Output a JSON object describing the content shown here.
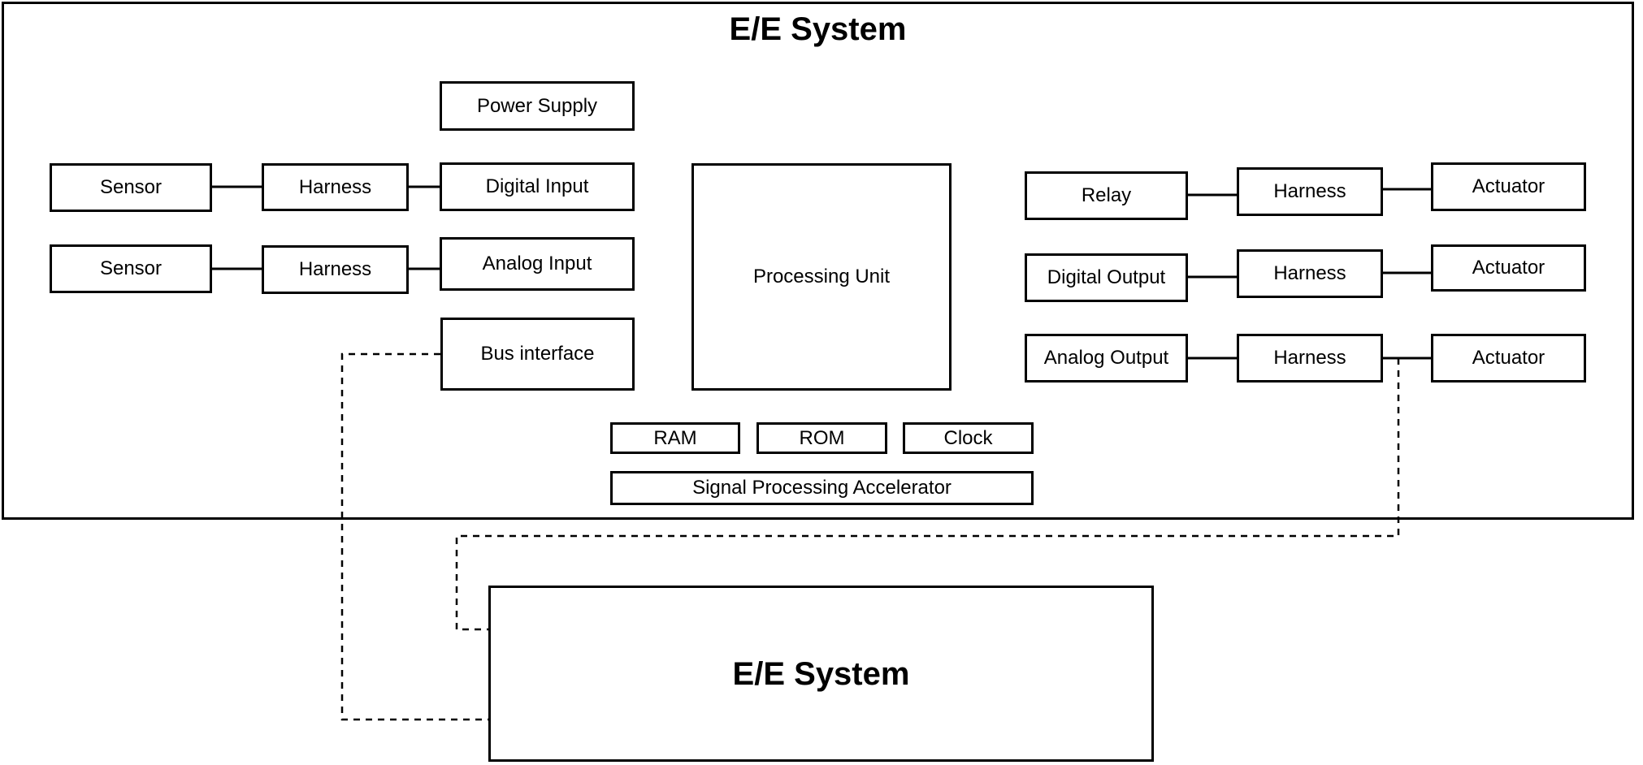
{
  "colors": {
    "stroke": "#000000",
    "background": "#ffffff",
    "text": "#000000"
  },
  "system": {
    "title": "E/E System",
    "blocks": {
      "power_supply": {
        "label": "Power Supply"
      },
      "sensor_row1": {
        "label": "Sensor"
      },
      "harness_left_row1": {
        "label": "Harness"
      },
      "digital_input": {
        "label": "Digital Input"
      },
      "sensor_row2": {
        "label": "Sensor"
      },
      "harness_left_row2": {
        "label": "Harness"
      },
      "analog_input": {
        "label": "Analog Input"
      },
      "bus_interface": {
        "label": "Bus interface"
      },
      "processing_unit": {
        "label": "Processing Unit"
      },
      "relay": {
        "label": "Relay"
      },
      "harness_right_row1": {
        "label": "Harness"
      },
      "actuator_row1": {
        "label": "Actuator"
      },
      "digital_output": {
        "label": "Digital Output"
      },
      "harness_right_row2": {
        "label": "Harness"
      },
      "actuator_row2": {
        "label": "Actuator"
      },
      "analog_output": {
        "label": "Analog Output"
      },
      "harness_right_row3": {
        "label": "Harness"
      },
      "actuator_row3": {
        "label": "Actuator"
      },
      "ram": {
        "label": "RAM"
      },
      "rom": {
        "label": "ROM"
      },
      "clock": {
        "label": "Clock"
      },
      "signal_processing_accelerator": {
        "label": "Signal Processing Accelerator"
      }
    }
  },
  "external_system": {
    "title": "E/E System"
  },
  "connections": [
    {
      "from": "Sensor (row 1)",
      "to": "Harness (left row 1)",
      "style": "solid"
    },
    {
      "from": "Harness (left row 1)",
      "to": "Digital Input",
      "style": "solid"
    },
    {
      "from": "Sensor (row 2)",
      "to": "Harness (left row 2)",
      "style": "solid"
    },
    {
      "from": "Harness (left row 2)",
      "to": "Analog Input",
      "style": "solid"
    },
    {
      "from": "Relay",
      "to": "Harness (right row 1)",
      "style": "solid"
    },
    {
      "from": "Harness (right row 1)",
      "to": "Actuator (row 1)",
      "style": "solid"
    },
    {
      "from": "Digital Output",
      "to": "Harness (right row 2)",
      "style": "solid"
    },
    {
      "from": "Harness (right row 2)",
      "to": "Actuator (row 2)",
      "style": "solid"
    },
    {
      "from": "Analog Output",
      "to": "Harness (right row 3)",
      "style": "solid"
    },
    {
      "from": "Harness (right row 3)",
      "to": "Actuator (row 3)",
      "style": "solid"
    },
    {
      "from": "Bus interface",
      "to": "External E/E System",
      "style": "dashed"
    },
    {
      "from": "Harness (right row 3) / Actuator wire",
      "to": "External E/E System",
      "style": "dashed"
    }
  ]
}
